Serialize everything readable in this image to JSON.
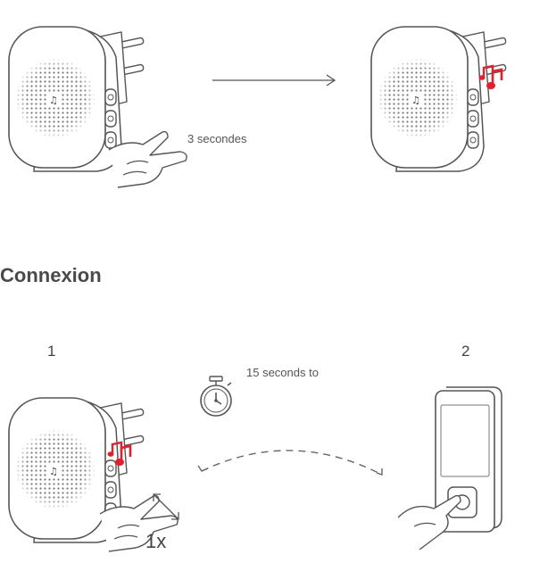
{
  "top": {
    "hold_caption": "3 secondes"
  },
  "connexion": {
    "title": "Connexion",
    "step1_number": "1",
    "step2_number": "2",
    "timer_caption": "15 seconds to",
    "press_count": "1x"
  },
  "colors": {
    "accent": "#e0202c",
    "line": "#555555"
  },
  "icons": [
    "music-note-icon",
    "hand-icon",
    "stopwatch-icon",
    "double-arrow-icon"
  ]
}
